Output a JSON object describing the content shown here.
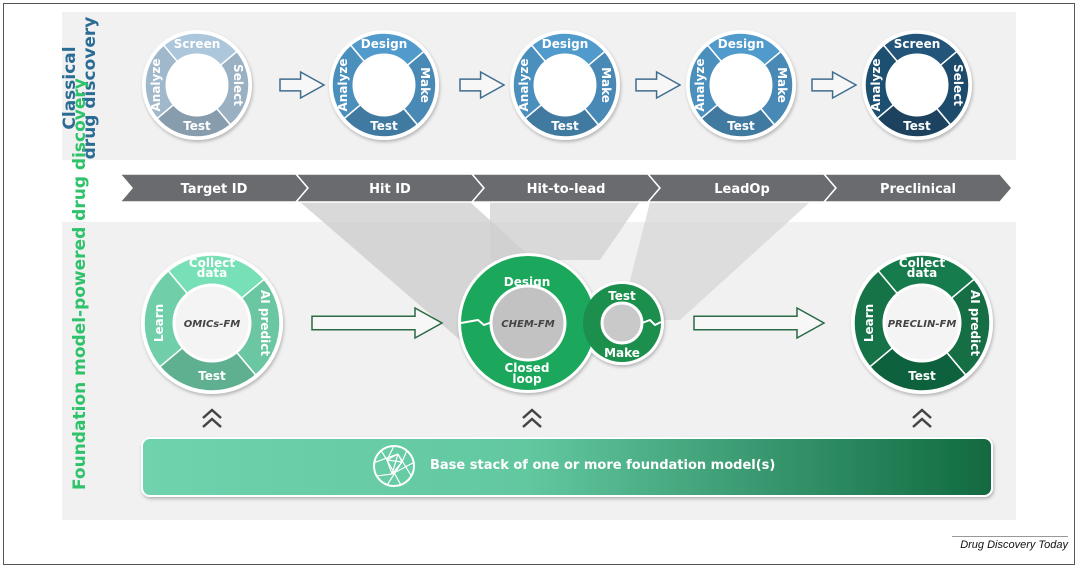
{
  "classical": {
    "title_line1": "Classical",
    "title_line2": "drug discovery",
    "label": "Classical drug discovery",
    "cycles": [
      {
        "segments": [
          "Screen",
          "Select",
          "Test",
          "Analyze"
        ],
        "color": "#9fb8cb"
      },
      {
        "segments": [
          "Design",
          "Make",
          "Test",
          "Analyze"
        ],
        "color": "#4b8fbd"
      },
      {
        "segments": [
          "Design",
          "Make",
          "Test",
          "Analyze"
        ],
        "color": "#4b8fbd"
      },
      {
        "segments": [
          "Design",
          "Make",
          "Test",
          "Analyze"
        ],
        "color": "#4b8fbd"
      },
      {
        "segments": [
          "Screen",
          "Select",
          "Test",
          "Analyze"
        ],
        "color": "#1e4f70"
      }
    ]
  },
  "stages": [
    "Target ID",
    "Hit ID",
    "Hit-to-lead",
    "LeadOp",
    "Preclinical"
  ],
  "foundation": {
    "label": "Foundation model-powered drug discovery",
    "omics": {
      "center": "OMICs-FM",
      "segments": [
        "Collect data",
        "AI predict",
        "Test",
        "Learn"
      ],
      "color": "#6fcfa9"
    },
    "chem": {
      "center": "CHEM-FM",
      "segments_big": [
        "Design",
        "Closed loop"
      ],
      "segments_small": [
        "Test",
        "Make"
      ],
      "color": "#1fa85c"
    },
    "preclin": {
      "center": "PRECLIN-FM",
      "segments": [
        "Collect data",
        "AI predict",
        "Test",
        "Learn"
      ],
      "color": "#137347"
    },
    "base_stack": "Base stack of one or more foundation model(s)"
  },
  "icons": {
    "polyhedron": "geodesic-sphere-icon",
    "up": "double-chevron-up-icon",
    "arrow": "right-arrow-icon"
  },
  "source": "Drug Discovery Today"
}
